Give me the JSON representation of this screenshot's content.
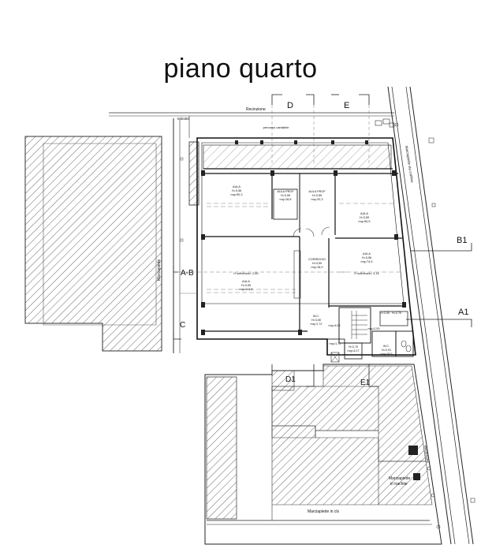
{
  "title": "piano quarto",
  "street_labels": {
    "top": "Recinzione",
    "top_left": "Imbotte",
    "left_wall": "Marciapiede",
    "right_vertical": "Marciapiede via confine",
    "bottom_right_vertical": "Recinzione",
    "sidewalk_right_1": "Marciapiede",
    "sidewalk_right_2": "in trachite",
    "sidewalk_bottom": "Marciapiede in cls"
  },
  "section_labels": {
    "d": "D",
    "e": "E",
    "b1": "B1",
    "a1": "A1",
    "ab": "A-B",
    "c": "C",
    "d1": "D1",
    "e1": "E1"
  },
  "rooms": {
    "terrace": "percorso cantabile",
    "aula1": [
      "AULA",
      "H=3,56",
      "mq=90,3"
    ],
    "aula_prof1": [
      "AULA PROF",
      "H=3,59",
      "mq=18,8"
    ],
    "aula_prof2": [
      "AULA PROF",
      "H=3,59",
      "mq=20,3"
    ],
    "aula2": [
      "AULA",
      "H=3,59",
      "mq=90,5"
    ],
    "corridoio": [
      "CORRIDOIO",
      "H=3,59",
      "mq=18,9"
    ],
    "aula3": [
      "AULA",
      "H=3,59",
      "mq=144,5"
    ],
    "aula3_beam": "H sottotrave= 2,80",
    "aula4": [
      "AULA",
      "H=3,56",
      "mq=74,5"
    ],
    "aula4_beam": "H sottotrave= 3,15",
    "wc_left": [
      "W.C.",
      "H=3,50",
      "mq=1,72"
    ],
    "small1": "mq=1,72",
    "small2": "mq=4,50",
    "small3": "mq=2,53",
    "stair_dim1": "H=2,70",
    "stair_dim2": "mq=3,27",
    "wc_right": [
      "W.C.",
      "H=2,91",
      "mq=18,5"
    ],
    "small4": "H=2,70",
    "small5": "H=2,00"
  }
}
